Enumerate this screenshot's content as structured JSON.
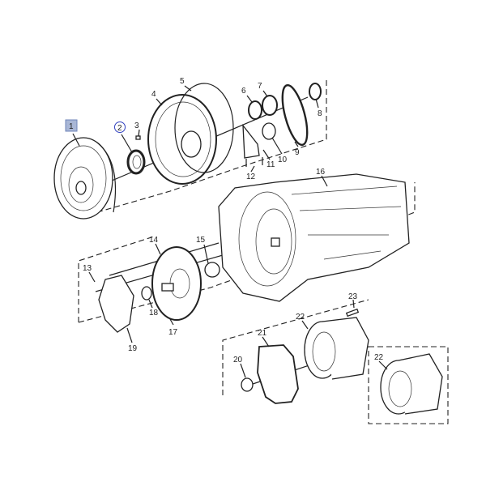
{
  "diagram": {
    "callouts": [
      {
        "id": "c1",
        "text": "1",
        "style": "highlight"
      },
      {
        "id": "c2",
        "text": "2",
        "style": "circled"
      },
      {
        "id": "c3",
        "text": "3"
      },
      {
        "id": "c4",
        "text": "4"
      },
      {
        "id": "c5",
        "text": "5"
      },
      {
        "id": "c6",
        "text": "6"
      },
      {
        "id": "c7",
        "text": "7"
      },
      {
        "id": "c8",
        "text": "8"
      },
      {
        "id": "c9",
        "text": "9"
      },
      {
        "id": "c10",
        "text": "10"
      },
      {
        "id": "c11",
        "text": "11"
      },
      {
        "id": "c12",
        "text": "12"
      },
      {
        "id": "c13",
        "text": "13"
      },
      {
        "id": "c14",
        "text": "14"
      },
      {
        "id": "c15",
        "text": "15"
      },
      {
        "id": "c16",
        "text": "16"
      },
      {
        "id": "c17",
        "text": "17"
      },
      {
        "id": "c18",
        "text": "18"
      },
      {
        "id": "c19",
        "text": "19"
      },
      {
        "id": "c20",
        "text": "20"
      },
      {
        "id": "c21",
        "text": "21"
      },
      {
        "id": "c22a",
        "text": "22"
      },
      {
        "id": "c22b",
        "text": "22"
      },
      {
        "id": "c23",
        "text": "23"
      }
    ],
    "colors": {
      "highlight_fill": "#a9b7d6",
      "highlight_stroke": "#6f86b8",
      "circle_stroke": "#3040c0"
    }
  }
}
